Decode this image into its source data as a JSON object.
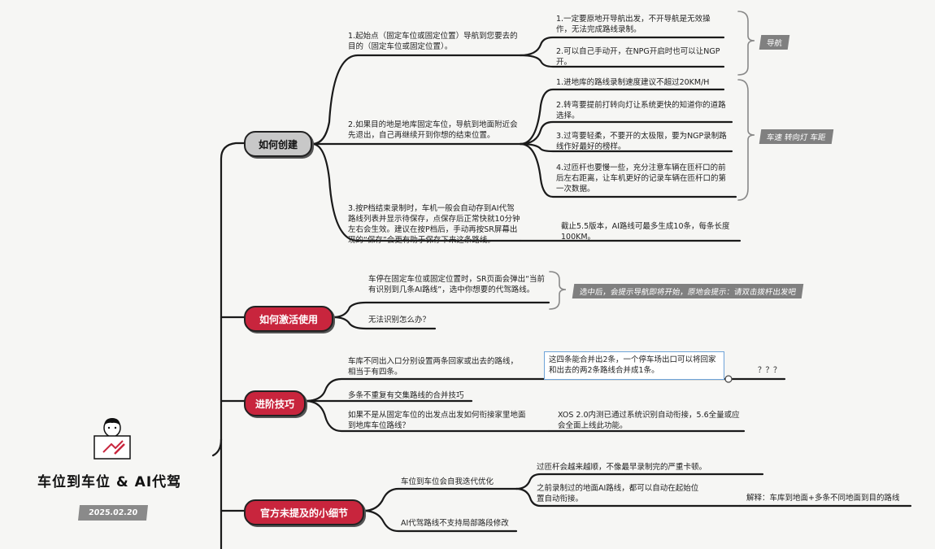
{
  "root": {
    "title": "车位到车位 & AI代驾",
    "date": "2025.02.20",
    "avatar_icon": "driver-laptop-icon"
  },
  "branches": {
    "create": {
      "label": "如何创建",
      "item1": "1.起始点（固定车位或固定位置）导航到您要去的目的（固定车位或固定位置）。",
      "item1_sub1": "1.一定要原地开导航出发，不开导航是无效操作，无法完成路线录制。",
      "item1_sub2": "2.可以自己手动开，在NPG开启时也可以让NGP开。",
      "tag_nav": "导航",
      "item2": "2.如果目的地是地库固定车位，导航到地面附近会先退出，自己再继续开到你想的结束位置。",
      "item2_sub1": "1.进地库的路线录制速度建议不超过20KM/H",
      "item2_sub2": "2.转弯要提前打转向灯让系统更快的知道你的道路选择。",
      "item2_sub3": "3.过弯要轻柔，不要开的太极限，要为NGP录制路线作好最好的榜样。",
      "item2_sub4": "4.过匝杆也要慢一些，充分注意车辆在匝杆口的前后左右距离，让车机更好的记录车辆在匝杆口的第一次数据。",
      "tag_speed": "车速 转向灯 车距",
      "item3": "3.按P档结束录制时，车机一般会自动存到AI代驾路线列表并显示待保存，点保存后正常快就10分钟左右会生效。建议在按P档后，手动再按SR屏幕出现的“保存”会更有助于保存下来这条路线。",
      "item3_sub1": "截止5.5版本，AI路线可最多生成10条，每条长度100KM。"
    },
    "activate": {
      "label": "如何激活使用",
      "item1": "车停在固定车位或固定位置时，SR页面会弹出“当前有识别到几条AI路线”，选中你想要的代驾路线。",
      "tag_select": "选中后，会提示导航即将开始，原地会提示：请双击拨杆出发吧",
      "item2": "无法识别怎么办？"
    },
    "advanced": {
      "label": "进阶技巧",
      "item1": "车库不同出入口分别设置两条回家或出去的路线，相当于有四条。",
      "item1_note": "这四条能合并出2条，一个停车场出口可以将回家和出去的两2条路线合并成1条。",
      "item1_q": "？？？",
      "item2": "多条不重复有交集路线的合并技巧",
      "item3": "如果不是从固定车位的出发点出发如何衔接家里地面到地库车位路线？",
      "item3_sub1": "XOS 2.0内测已通过系统识别自动衔接，5.6全量或应会全面上线此功能。"
    },
    "details": {
      "label": "官方未提及的小细节",
      "item1": "车位到车位会自我迭代优化",
      "item1_sub1": "过匝杆会越来越顺，不像最早录制完的严重卡顿。",
      "item1_sub2": "之前录制过的地面AI路线，都可以自动在起始位置自动衔接。",
      "item1_sub2_note": "解释：车库到地面+多条不同地面到目的路线",
      "item2": "AI代驾路线不支持局部路段修改"
    }
  }
}
